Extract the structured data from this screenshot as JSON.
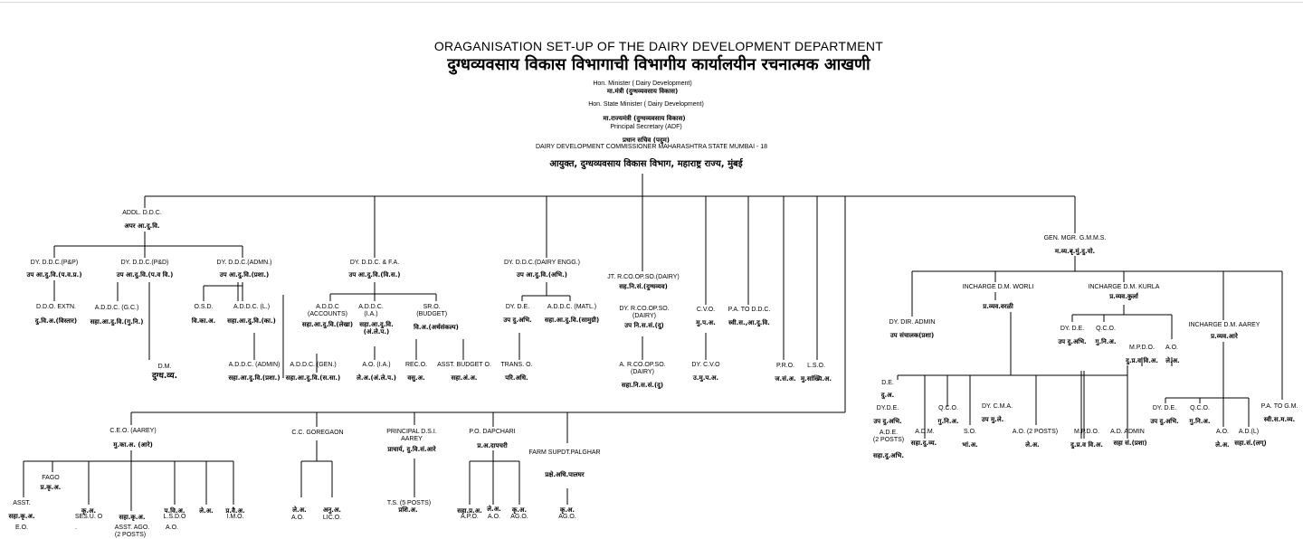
{
  "title": {
    "english": "ORAGANISATION SET-UP OF THE DAIRY DEVELOPMENT DEPARTMENT",
    "marathi": "दुग्धव्यवसाय विकास विभागाची विभागीय कार्यालयीन रचनात्मक आखणी"
  },
  "hierarchy": [
    "Hon. Minister ( Dairy Development)",
    "मा.मंत्री (दुग्धव्यवसाय विकास)",
    "Hon. State Minister ( Dairy Development)",
    "मा.राज्यमंत्री (दुग्धव्यवसाय विकास)",
    "Principal Secretary (ADF)",
    "प्रधान सचिव (पदुम)",
    "DAIRY DEVELOPMENT COMMISSIONER MAHARASHTRA STATE MUMBAI - 18",
    "आयुक्त, दुग्धव्यवसाय विकास विभाग, महाराष्ट्र राज्य, मुंबई"
  ],
  "nodes": [
    {
      "en": "ADDL. D.D.C.",
      "mr": "अपर आ.दु.वि."
    },
    {
      "en": "DY. D.D.C.(P&P)",
      "mr": "उप आ.दु.वि.(प.व.प्र.)"
    },
    {
      "en": "DY. D.D.C.(P&D)",
      "mr": "उप आ.दु.वि.(प.व वि.)"
    },
    {
      "en": "DY. D.D.C.(ADMN.)",
      "mr": "उप आ.दु.वि.(प्रशा.)"
    },
    {
      "en": "D.D.O. EXTN.",
      "mr": "दु.वि.अ.(विस्तार)"
    },
    {
      "en": "A.D.D.C. (G.C.)",
      "mr": "सहा.आ.दु.वि.(गु.नि.)"
    },
    {
      "en": "O.S.D.",
      "mr": "वि.का.अ."
    },
    {
      "en": "A.D.D.C. (L.)",
      "mr": "सहा.आ.दु.वि.(का.)"
    },
    {
      "en": "D.M.",
      "mr": "दुग्ध.व्य."
    },
    {
      "en": "A.D.D.C. (ADMIN)",
      "mr": "सहा.आ.दु.वि.(प्रशा.)"
    },
    {
      "en": "DY. D.D.C. & F.A.",
      "mr": "उप आ.दु.वि.(वि.स.)"
    },
    {
      "en": "A.D.D.C (ACCOUNTS)",
      "mr": "सहा.आ.दु.वि.(लेखा)"
    },
    {
      "en": "A.D.D.C. (I.A.)",
      "mr": "सहा.आ.दु.वि. (अं.ले.प.)"
    },
    {
      "en": "SR.O. (BUDGET)",
      "mr": "वि.अ.(अर्थसंकल्प)"
    },
    {
      "en": "A.D.D.C. (GEN.)",
      "mr": "सहा.आ.दु.वि.(स.सा.)"
    },
    {
      "en": "A.O. (I.A.)",
      "mr": "ले.अ.(अं.ले.प.)"
    },
    {
      "en": "REC.O.",
      "mr": "वसु.अ."
    },
    {
      "en": "ASST. BUDGET O.",
      "mr": "सहा.अं.अ."
    },
    {
      "en": "DY. D.D.C.(DAIRY ENGG.)",
      "mr": "उप आ.दु.वि.(अभि.)"
    },
    {
      "en": "DY. D.E.",
      "mr": "उप दु.अभि."
    },
    {
      "en": "A.D.D.C. (MATL.)",
      "mr": "सहा.आ.दु.वि.(सामुग्री)"
    },
    {
      "en": "TRANS. O.",
      "mr": "परि.अधि."
    },
    {
      "en": "JT. R.CO.OP.SO.(DAIRY)",
      "mr": "सह.नि.सं.(दुग्धव्यव)"
    },
    {
      "en": "DY. R.CO.OP.SO. (DAIRY)",
      "mr": "उप नि.स.सं.(दु)"
    },
    {
      "en": "A. R.CO.OP.SO. (DAIRY)",
      "mr": "सहा.नि.स.सं.(दु)"
    },
    {
      "en": "C.V.O.",
      "mr": "मु.प.अ."
    },
    {
      "en": "DY. C.V.O",
      "mr": "उ.मु.प.अ."
    },
    {
      "en": "P.A. TO D.D.C.",
      "mr": "स्वी.स.,आ.दु.वि."
    },
    {
      "en": "P.R.O.",
      "mr": "ज.सं.अ."
    },
    {
      "en": "L.S.O.",
      "mr": "मु.सांख्यि.अ."
    },
    {
      "en": "GEN. MGR. G.M.M.S.",
      "mr": "म.व्य.बृ.मुं.दु.यो."
    },
    {
      "en": "DY. DIR. ADMIN",
      "mr": "उप संचालक(प्रशा)"
    },
    {
      "en": "INCHARGE D.M. WORLI",
      "mr": "प्र.व्यव.वरळी"
    },
    {
      "en": "INCHARGE D.M. KURLA",
      "mr": "प्र.व्यव.कुर्ला"
    },
    {
      "en": "INCHARGE D.M. AAREY",
      "mr": "प्र.व्यव.आरे"
    },
    {
      "en": "P.A. TO G.M.",
      "mr": "स्वी.स.म.व्य."
    },
    {
      "en": "C.E.O. (AAREY)",
      "mr": "मु.का.अ. (आरे)"
    },
    {
      "en": "C.C. GOREGAON",
      "mr": ""
    },
    {
      "en": "PRINCIPAL D.S.I. AAREY",
      "mr": "प्राचार्य, दु.वि.सं.आरे"
    },
    {
      "en": "P.O. DAPCHARI",
      "mr": "प्र.अ.दापचरी"
    },
    {
      "en": "FARM SUPDT.PALGHAR",
      "mr": "प्रक्षे.अधि.पालघर"
    }
  ],
  "leaf_labels": {
    "fago_en": "FAGO",
    "fago_mr": "प्र.कृ.अ.",
    "asst": "ASST.",
    "asst_mr": "सहा.कृ.अ.",
    "eo": "E.O.",
    "seso_mr": "कृ.अ.",
    "seso": "SES.U. O",
    "dot": ".",
    "asst_ago_mr": "सहा.कृ.अ.",
    "asst_ago": "ASST. AGO.",
    "two_posts": "(2 POSTS)",
    "lsdo_mr": "प.वि.अ.",
    "lsdo": "L.S.D.O",
    "lea_mr": "ले.अ.",
    "ao": "A.O.",
    "imo_mr": "प्र.वै.अ.",
    "imo": "I.M.O.",
    "cc_lea": "ले.अ.",
    "cc_ao": "A.O.",
    "cc_anu": "अनु.अ.",
    "cc_lic": "LIC.O.",
    "ts_en": "T.S. (5 POSTS)",
    "ts_mr": "प्रशि.अ.",
    "po_a_mr": "सहा.प्र.अ.",
    "po_apo": "A.P.O.",
    "po_le": "ले.अ.",
    "po_ao": "A.O.",
    "po_ku": "कृ.अ.",
    "po_ago": "AG.O.",
    "farm_ku": "कृ.अ.",
    "farm_ago": "AG.O.",
    "de_en": "D.E.",
    "de_mr": "दु.अ.",
    "dyde_en": "DY.D.E.",
    "dyde_mr": "उप दु.अभि.",
    "ade_en": "A.D.E.",
    "ade_posts": "(2 POSTS)",
    "ade_mr": "सहा.दु.अभि.",
    "adm_en": "A.D.M.",
    "adm_mr": "सहा.दु.व्य.",
    "qco_en": "Q.C.O.",
    "qco_mr": "गु.नि.अ.",
    "so_en": "S.O.",
    "so_mr": "भां.अ.",
    "dycma_en": "DY. C.M.A.",
    "dycma_mr": "उप मु.ले.",
    "ao2_en": "A.O. (2 POSTS)",
    "ao2_mr": "ले.अ.",
    "mpdo_en": "M.P.D.O.",
    "mpdo_mr": "दु.प्र.व वि.अ.",
    "adadmin_en": "A.D. ADMIN",
    "adadmin_mr": "सहा सं.(प्रशा)",
    "k_dyde_en": "DY. D.E.",
    "k_dyde_mr": "उप दु.अभि.",
    "k_qco_en": "Q.C.O.",
    "k_qco_mr": "गु.नि.अ.",
    "k_mpdo_en": "M.P.D.O.",
    "k_mpdo_mr": "दु.प्र.व वि.अ.",
    "k_ao_en": "A.O.",
    "k_ao_mr": "ले.अ.",
    "a_dyde_en": "DY. D.E.",
    "a_dyde_mr": "उप दु.अभि.",
    "a_qco_en": "Q.C.O.",
    "a_qco_mr": "गु.नि.अ.",
    "a_ao_en": "A.O.",
    "a_ao_mr": "ले.अ.",
    "a_adl_en": "A.D.(L)",
    "a_adl_mr": "सहा.सं.(लग्)"
  }
}
